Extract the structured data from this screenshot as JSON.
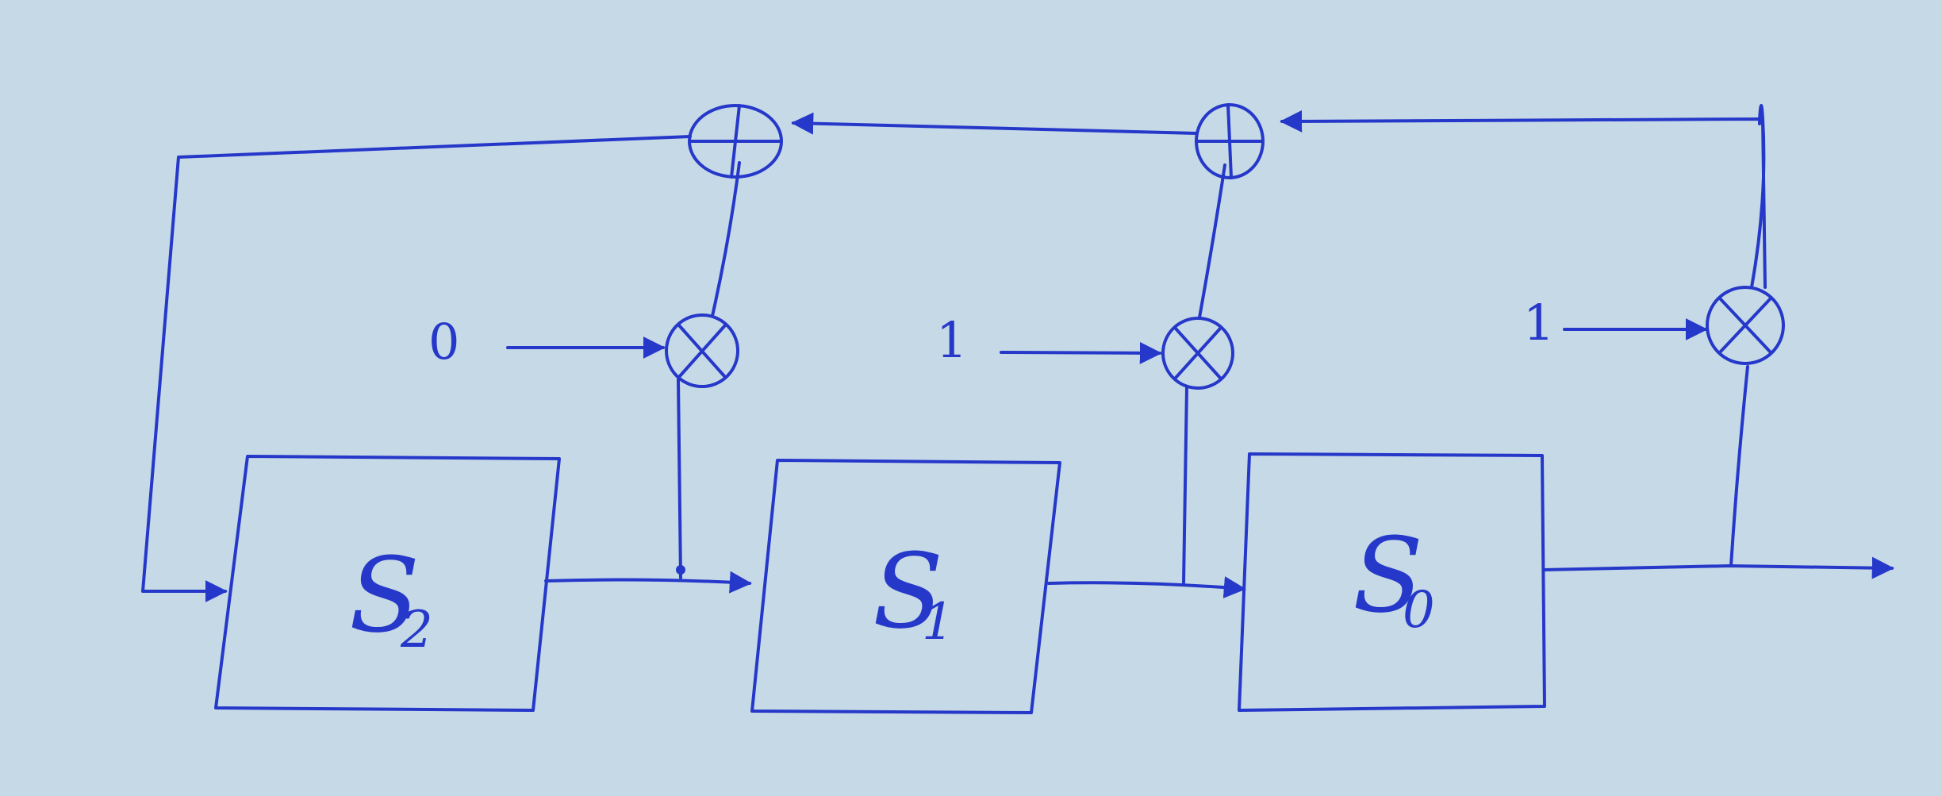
{
  "diagram": {
    "background_color": "#c6d9e6",
    "ink_color": "#2538c9",
    "registers": [
      {
        "symbol": "S",
        "subscript": "2"
      },
      {
        "symbol": "S",
        "subscript": "1"
      },
      {
        "symbol": "S",
        "subscript": "0"
      }
    ],
    "coefficients": [
      "0",
      "1",
      "1"
    ],
    "multiplier_symbol": "multiply-operator",
    "adder_symbol": "xor-add-operator"
  }
}
